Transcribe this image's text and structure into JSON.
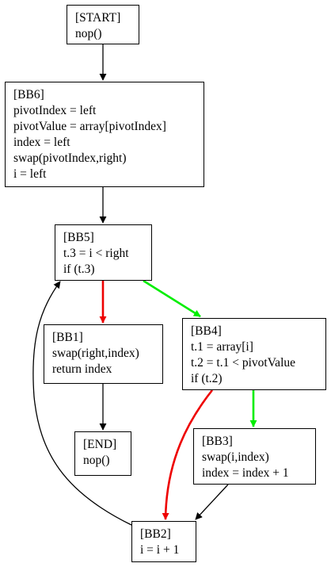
{
  "colors": {
    "edge_default": "#000000",
    "edge_true": "#00ee00",
    "edge_false": "#ee0000"
  },
  "nodes": {
    "start": {
      "title": "[START]",
      "lines": [
        "nop()"
      ]
    },
    "bb6": {
      "title": "[BB6]",
      "lines": [
        "pivotIndex = left",
        "pivotValue = array[pivotIndex]",
        "index = left",
        "swap(pivotIndex,right)",
        "i = left"
      ]
    },
    "bb5": {
      "title": "[BB5]",
      "lines": [
        "t.3 = i < right",
        "if (t.3)"
      ]
    },
    "bb1": {
      "title": "[BB1]",
      "lines": [
        "swap(right,index)",
        "return index"
      ]
    },
    "bb4": {
      "title": "[BB4]",
      "lines": [
        "t.1 = array[i]",
        "t.2 = t.1 < pivotValue",
        "if (t.2)"
      ]
    },
    "end": {
      "title": "[END]",
      "lines": [
        "nop()"
      ]
    },
    "bb3": {
      "title": "[BB3]",
      "lines": [
        "swap(i,index)",
        "index = index + 1"
      ]
    },
    "bb2": {
      "title": "[BB2]",
      "lines": [
        "i = i + 1"
      ]
    }
  },
  "edges": [
    {
      "from": "start",
      "to": "bb6",
      "color": "#000000"
    },
    {
      "from": "bb6",
      "to": "bb5",
      "color": "#000000"
    },
    {
      "from": "bb5",
      "to": "bb1",
      "color": "#ee0000"
    },
    {
      "from": "bb5",
      "to": "bb4",
      "color": "#00ee00"
    },
    {
      "from": "bb1",
      "to": "end",
      "color": "#000000"
    },
    {
      "from": "bb4",
      "to": "bb3",
      "color": "#00ee00"
    },
    {
      "from": "bb4",
      "to": "bb2",
      "color": "#ee0000"
    },
    {
      "from": "bb3",
      "to": "bb2",
      "color": "#000000"
    },
    {
      "from": "bb2",
      "to": "bb5",
      "color": "#000000"
    }
  ]
}
